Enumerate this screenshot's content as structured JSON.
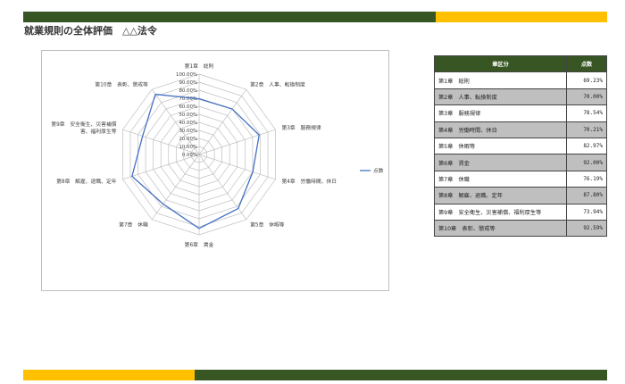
{
  "title": "就業規則の全体評価　△△法令",
  "colors": {
    "green": "#375623",
    "yellow": "#ffc000",
    "row_gray": "#bfbfbf",
    "line": "#4472c4",
    "grid": "#bfbfbf"
  },
  "table": {
    "headers": [
      "章区分",
      "点数"
    ],
    "rows": [
      {
        "name": "第1章　総則",
        "score": "69.23%"
      },
      {
        "name": "第2章　人事、転換制度",
        "score": "70.00%"
      },
      {
        "name": "第3章　服務規律",
        "score": "78.54%"
      },
      {
        "name": "第4章　労働時間、休日",
        "score": "70.21%"
      },
      {
        "name": "第5章　休暇等",
        "score": "82.97%"
      },
      {
        "name": "第6章　賃金",
        "score": "92.00%"
      },
      {
        "name": "第7章　休職",
        "score": "76.19%"
      },
      {
        "name": "第8章　解雇、退職、定年",
        "score": "87.80%"
      },
      {
        "name": "第9章　安全衛生、災害補償、福利厚生等",
        "score": "73.94%"
      },
      {
        "name": "第10章　表彰、懲戒等",
        "score": "92.59%"
      }
    ]
  },
  "chart_data": {
    "type": "radar",
    "categories": [
      "第1章　総則",
      "第2章　人事、転換制度",
      "第3章　服務規律",
      "第4章　労働時間、休日",
      "第5章　休暇等",
      "第6章　賃金",
      "第7章　休職",
      "第8章　解雇、退職、定年",
      "第9章　安全衛生、災害補償、福利厚生等",
      "第10章　表彰、懲戒等"
    ],
    "category_lines": [
      [
        "第1章　総則"
      ],
      [
        "第2章　人事、転換制度"
      ],
      [
        "第3章　服務規律"
      ],
      [
        "第4章　労働時間、休日"
      ],
      [
        "第5章　休暇等"
      ],
      [
        "第6章　賃金"
      ],
      [
        "第7章　休職"
      ],
      [
        "第8章　解雇、退職、定年"
      ],
      [
        "第9章　安全衛生、災害補償",
        "害、福利厚生等"
      ],
      [
        "第10章　表彰、懲戒等"
      ]
    ],
    "series": [
      {
        "name": "点数",
        "values": [
          69.23,
          70.0,
          78.54,
          70.21,
          82.97,
          92.0,
          76.19,
          87.8,
          73.94,
          92.59
        ]
      }
    ],
    "ticks": [
      "0.00%",
      "10.00%",
      "20.00%",
      "30.00%",
      "40.00%",
      "50.00%",
      "60.00%",
      "70.00%",
      "80.00%",
      "90.00%",
      "100.00%"
    ],
    "rmin": 0,
    "rmax": 100,
    "legend": "right"
  }
}
